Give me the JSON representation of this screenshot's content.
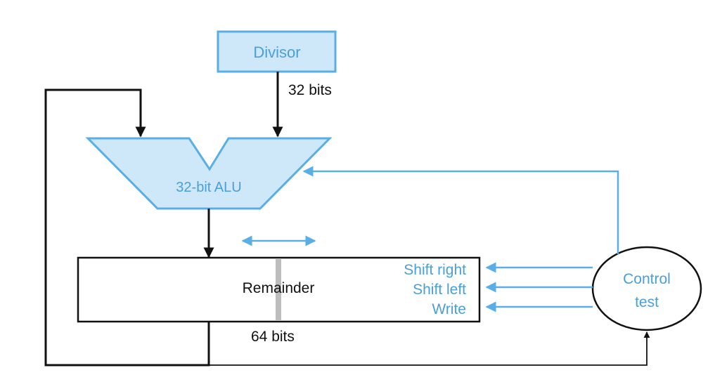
{
  "blocks": {
    "divisor": "Divisor",
    "alu": "32-bit ALU",
    "remainder": "Remainder",
    "control": [
      "Control",
      "test"
    ]
  },
  "widths": {
    "divisor_bus": "32 bits",
    "remainder_bus": "64 bits"
  },
  "control_signals": [
    "Shift right",
    "Shift left",
    "Write"
  ],
  "colors": {
    "blue_line": "#5aaee6",
    "blue_fill": "#cfe8f9",
    "blue_text": "#4a9fd8",
    "black": "#111111",
    "divider": "#bdbdbd"
  }
}
